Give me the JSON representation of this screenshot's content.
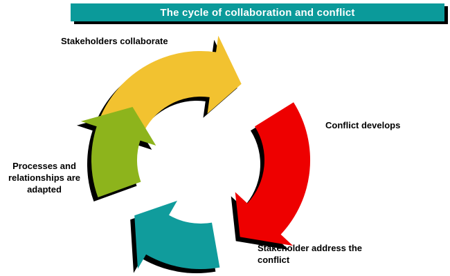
{
  "title": "The cycle of collaboration and conflict",
  "colors": {
    "title_bar": "#0b9a9a",
    "title_text": "#ffffff",
    "shadow": "#000000",
    "collaborate_arrow": "#f2c230",
    "conflict_arrow": "#ee0000",
    "address_arrow": "#109c9c",
    "adapt_arrow": "#8db41c"
  },
  "stages": [
    {
      "id": "collaborate",
      "label": "Stakeholders collaborate",
      "color": "#f2c230",
      "icon": "curved-arrow-icon"
    },
    {
      "id": "conflict",
      "label": "Conflict develops",
      "color": "#ee0000",
      "icon": "curved-arrow-icon"
    },
    {
      "id": "address",
      "label": "Stakeholder address the conflict",
      "color": "#109c9c",
      "icon": "curved-arrow-icon"
    },
    {
      "id": "adapt",
      "label": "Processes and relationships are adapted",
      "color": "#8db41c",
      "icon": "curved-arrow-icon"
    }
  ]
}
